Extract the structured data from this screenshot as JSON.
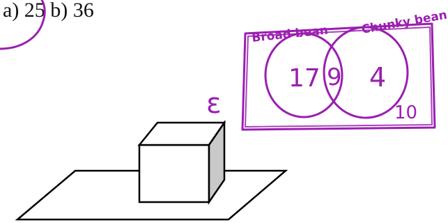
{
  "header_fragment": "a)  25          b)  36",
  "venn": {
    "universal_symbol": "ε",
    "set_a_label": "Broad bean",
    "set_b_label": "Chunky bean",
    "only_a": "17",
    "both": "9",
    "only_b": "4",
    "neither": "10"
  },
  "colors": {
    "ink": "#9a1fb0",
    "line": "#000000",
    "cube_side": "#c9c9c9"
  }
}
